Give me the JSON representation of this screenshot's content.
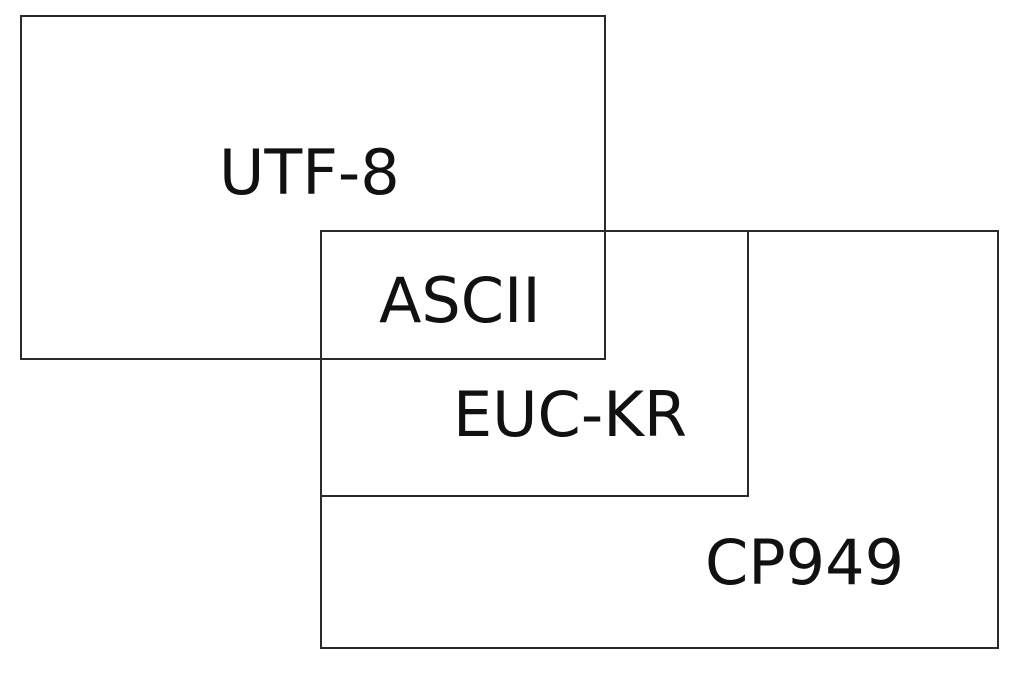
{
  "diagram": {
    "sets": [
      {
        "id": "utf8",
        "label": "UTF-8"
      },
      {
        "id": "euckr",
        "label": "EUC-KR"
      },
      {
        "id": "cp949",
        "label": "CP949"
      }
    ],
    "intersection_label": "ASCII",
    "relations": [
      {
        "subset": "euckr",
        "superset": "cp949"
      },
      {
        "overlap": [
          "utf8",
          "euckr"
        ],
        "label": "ASCII"
      }
    ],
    "colors": {
      "stroke": "#2b2b2b",
      "text": "#111111",
      "background": "#ffffff"
    }
  }
}
